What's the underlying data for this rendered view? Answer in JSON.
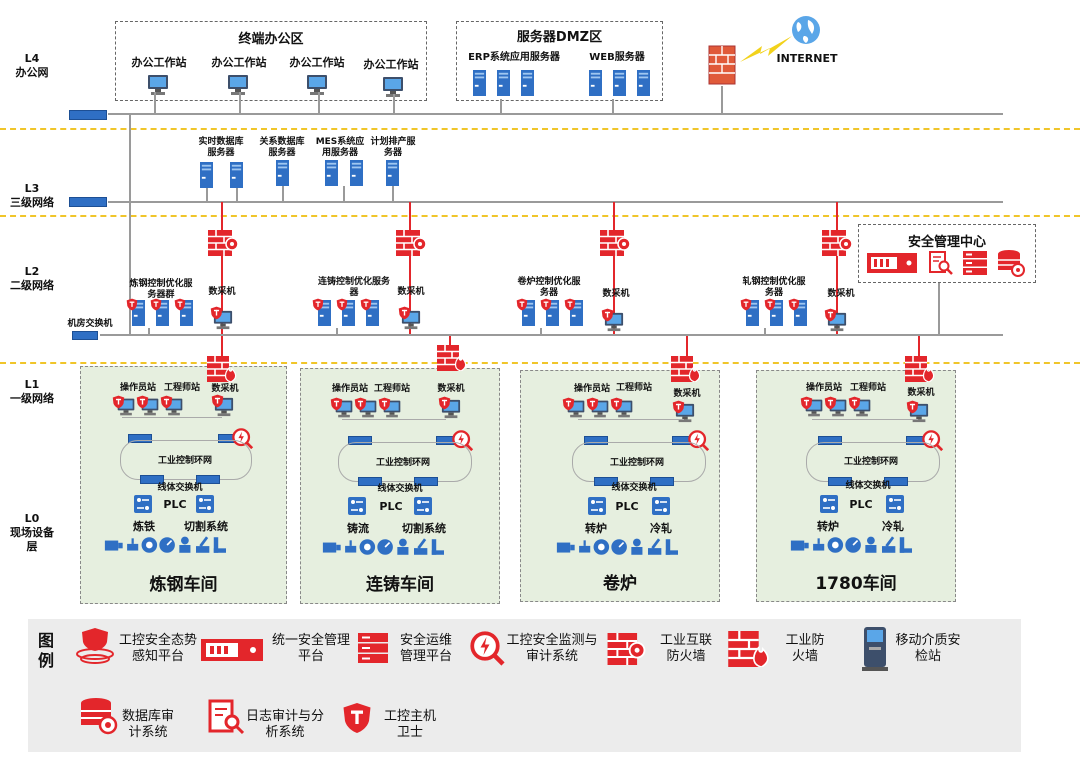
{
  "levels": {
    "l4": {
      "code": "L4",
      "name": "办公网"
    },
    "l3": {
      "code": "L3",
      "name": "三级网络"
    },
    "l2": {
      "code": "L2",
      "name": "二级网络"
    },
    "l1": {
      "code": "L1",
      "name": "一级网络"
    },
    "l0": {
      "code": "L0",
      "name": "现场设备层"
    }
  },
  "office": {
    "title": "终端办公区",
    "workstations": [
      "办公工作站",
      "办公工作站",
      "办公工作站",
      "办公工作站"
    ]
  },
  "dmz": {
    "title": "服务器DMZ区",
    "erp": "ERP系统应用服务器",
    "web": "WEB服务器"
  },
  "internet": "INTERNET",
  "l3_servers": [
    "实时数据库服务器",
    "关系数据库服务器",
    "MES系统应用服务器",
    "计划排产服务器"
  ],
  "l2": {
    "groups": [
      "炼钢控制优化服务器群",
      "连铸控制优化服务器",
      "卷炉控制优化服务器",
      "轧钢控制优化服务器"
    ],
    "collector": "数采机",
    "room_switch": "机房交换机",
    "smc_title": "安全管理中心"
  },
  "l1_labels": {
    "operator": "操作员站",
    "engineer": "工程师站",
    "collector": "数采机",
    "ring": "工业控制环网",
    "line_switch": "线体交换机",
    "plc": "PLC"
  },
  "shops": [
    {
      "name": "炼钢车间",
      "left_proc": "炼铁",
      "right_proc": "切割系统"
    },
    {
      "name": "连铸车间",
      "left_proc": "铸流",
      "right_proc": "切割系统"
    },
    {
      "name": "卷炉",
      "left_proc": "转炉",
      "right_proc": "冷轧"
    },
    {
      "name": "1780车间",
      "left_proc": "转炉",
      "right_proc": "冷轧"
    }
  ],
  "legend": {
    "title": "图例",
    "items": [
      {
        "icon": "situation-awareness-icon",
        "label": "工控安全态势感知平台"
      },
      {
        "icon": "unified-security-platform-icon",
        "label": "统一安全管理平台"
      },
      {
        "icon": "security-ops-icon",
        "label": "安全运维管理平台"
      },
      {
        "icon": "monitoring-audit-icon",
        "label": "工控安全监测与审计系统"
      },
      {
        "icon": "industrial-internet-firewall-icon",
        "label": "工业互联防火墙"
      },
      {
        "icon": "industrial-firewall-icon",
        "label": "工业防火墙"
      },
      {
        "icon": "mobile-media-kiosk-icon",
        "label": "移动介质安检站"
      },
      {
        "icon": "database-audit-icon",
        "label": "数据库审计系统"
      },
      {
        "icon": "log-audit-icon",
        "label": "日志审计与分析系统"
      },
      {
        "icon": "host-guard-icon",
        "label": "工控主机卫士"
      }
    ]
  },
  "colors": {
    "red": "#e3262b",
    "blue": "#2f6fc4",
    "shop_bg": "#e6efdf",
    "separator": "#f0c52a"
  }
}
